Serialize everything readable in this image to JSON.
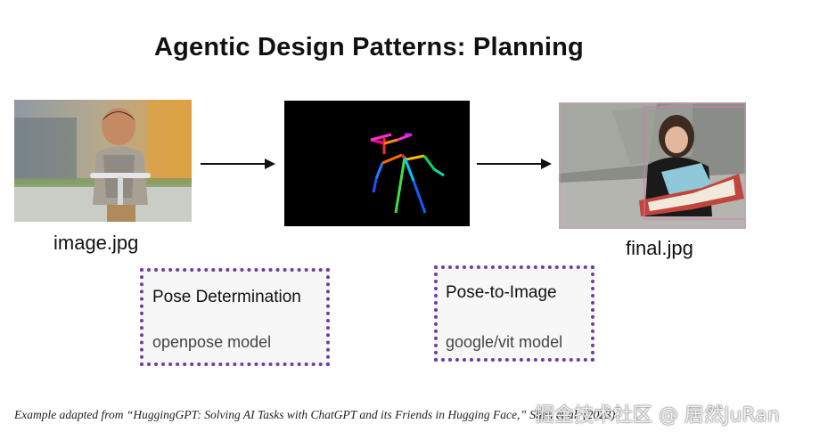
{
  "title": "Agentic Design Patterns: Planning",
  "inputs": {
    "image_caption": "image.jpg",
    "output_caption": "final.jpg"
  },
  "steps": [
    {
      "title": "Pose Determination",
      "model": "openpose model"
    },
    {
      "title": "Pose-to-Image",
      "model": "google/vit model"
    }
  ],
  "footnote": "Example adapted from “HuggingGPT: Solving AI Tasks with ChatGPT and its Friends in Hugging Face,” Shen et al. (2023)",
  "watermark": "掘金技术社区 @ 居然JuRan",
  "colors": {
    "box_border": "#6b3fa0",
    "pose_canvas": "#000000"
  }
}
